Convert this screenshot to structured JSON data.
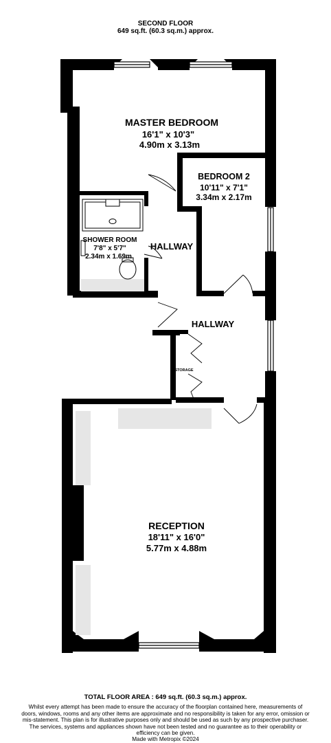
{
  "header": {
    "floor": "SECOND FLOOR",
    "area": "649 sq.ft. (60.3 sq.m.) approx."
  },
  "rooms": {
    "master_bedroom": {
      "name": "MASTER BEDROOM",
      "imperial": "16'1\"  x 10'3\"",
      "metric": "4.90m  x 3.13m"
    },
    "bedroom2": {
      "name": "BEDROOM 2",
      "imperial": "10'11\"  x 7'1\"",
      "metric": "3.34m  x 2.17m"
    },
    "shower_room": {
      "name": "SHOWER ROOM",
      "imperial": "7'8\"  x 5'7\"",
      "metric": "2.34m  x 1.69m"
    },
    "hallway_upper": {
      "name": "HALLWAY"
    },
    "hallway_lower": {
      "name": "HALLWAY"
    },
    "storage": {
      "name": "STORAGE"
    },
    "reception": {
      "name": "RECEPTION",
      "imperial": "18'11\"  x 16'0\"",
      "metric": "5.77m  x 4.88m"
    }
  },
  "footer": {
    "total_area": "TOTAL FLOOR AREA : 649 sq.ft. (60.3 sq.m.) approx.",
    "disclaimer": "Whilst every attempt has been made to ensure the accuracy of the floorplan contained here, measurements of doors, windows, rooms and any other items are approximate and no responsibility is taken for any error, omission or mis-statement. This plan is for illustrative purposes only and should be used as such by any prospective purchaser. The services, systems and appliances shown have not been tested and no guarantee as to their operability or efficiency can be given.",
    "credit": "Made with Metropix ©2024"
  },
  "colors": {
    "wall": "#000000",
    "fitted_unit": "#e6e6e6",
    "background": "#ffffff"
  }
}
